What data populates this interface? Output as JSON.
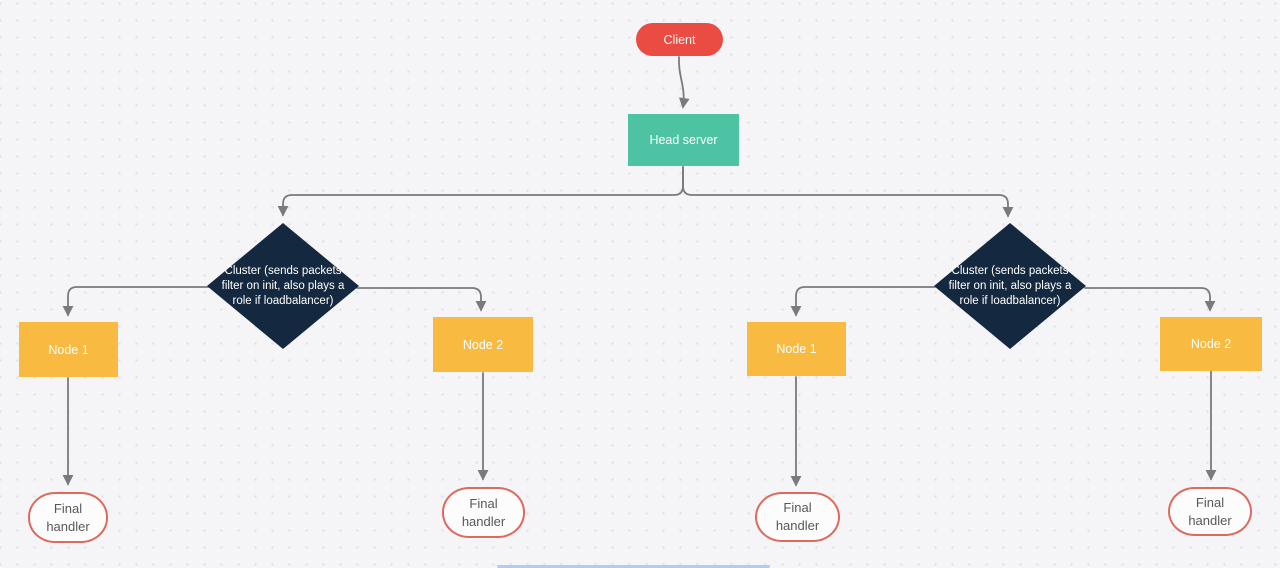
{
  "colors": {
    "canvas-bg": "#f5f5f7",
    "dot": "#e3e3e7",
    "client": "#ea4b42",
    "head": "#4ec3a4",
    "node": "#f8ba41",
    "cluster": "#14293f",
    "final-border": "#dd6a5e",
    "final-fill": "#fdfcfc",
    "final-text": "#58585a",
    "connector": "#7a7a7e",
    "scrollbar": "#a9c3ef"
  },
  "diagram": {
    "nodes": {
      "client": {
        "label": "Client",
        "shape": "terminator"
      },
      "head_server": {
        "label": "Head server",
        "shape": "process"
      },
      "cluster_left": {
        "label": "Cluster (sends packets filter on init, also plays a role if loadbalancer)",
        "lines": [
          "Cluster (sends packets",
          "filter on init, also plays a",
          "role if loadbalancer)"
        ],
        "shape": "decision"
      },
      "cluster_right": {
        "label": "Cluster (sends packets filter on init, also plays a role if loadbalancer)",
        "lines": [
          "Cluster (sends packets",
          "filter on init, also plays a",
          "role if loadbalancer)"
        ],
        "shape": "decision"
      },
      "node1_left": {
        "label": "Node 1",
        "shape": "process"
      },
      "node2_left": {
        "label": "Node 2",
        "shape": "process"
      },
      "node1_right": {
        "label": "Node 1",
        "shape": "process"
      },
      "node2_right": {
        "label": "Node 2",
        "shape": "process"
      },
      "final_1": {
        "label": "Final handler",
        "lines": [
          "Final",
          "handler"
        ],
        "shape": "terminator-end"
      },
      "final_2": {
        "label": "Final handler",
        "lines": [
          "Final",
          "handler"
        ],
        "shape": "terminator-end"
      },
      "final_3": {
        "label": "Final handler",
        "lines": [
          "Final",
          "handler"
        ],
        "shape": "terminator-end"
      },
      "final_4": {
        "label": "Final handler",
        "lines": [
          "Final",
          "handler"
        ],
        "shape": "terminator-end"
      }
    }
  }
}
